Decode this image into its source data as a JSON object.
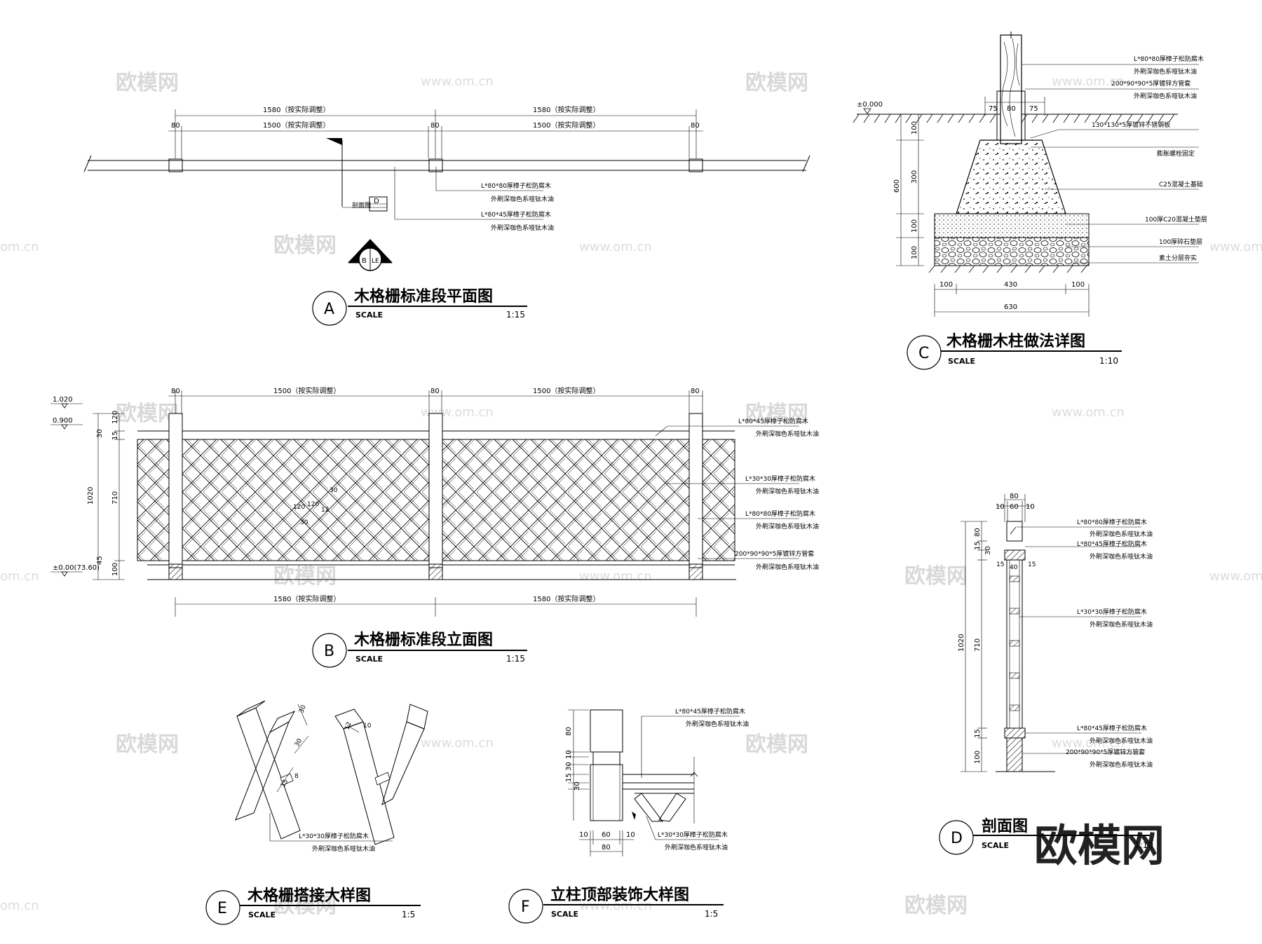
{
  "watermark": {
    "brand": "欧模网",
    "site": "www.om.cn",
    "corner_brand": "欧模网",
    "edge_site": "om.cn"
  },
  "drawing_a": {
    "letter": "A",
    "title": "木格栅标准段平面图",
    "scale_label": "SCALE",
    "scale": "1:15",
    "dim_overall_1": "1580（按实际调整）",
    "dim_overall_2": "1580（按实际调整）",
    "dim_post_1": "80",
    "dim_span_1": "1500（按实际调整）",
    "dim_post_2": "80",
    "dim_span_2": "1500（按实际调整）",
    "dim_post_3": "80",
    "note_1": "L*80*80厚樟子松防腐木",
    "note_1b": "外刷深咖色系哑钛木油",
    "note_2": "L*80*45厚樟子松防腐木",
    "note_2b": "外刷深咖色系哑钛木油",
    "section_label": "剖面图",
    "section_ref": "D",
    "section_mark_top": "B",
    "section_mark_bottom": "LE"
  },
  "drawing_b": {
    "letter": "B",
    "title": "木格栅标准段立面图",
    "scale_label": "SCALE",
    "scale": "1:15",
    "dim_post_1": "80",
    "dim_span_1": "1500（按实际调整）",
    "dim_post_2": "80",
    "dim_span_2": "1500（按实际调整）",
    "dim_post_3": "80",
    "dim_bottom_1": "1580（按实际调整）",
    "dim_bottom_2": "1580（按实际调整）",
    "elev_top": "1.020",
    "elev_rail": "0.900",
    "elev_ground": "±0.00(73.60)",
    "dim_v_total": "1020",
    "dim_v_120": "120",
    "dim_v_30": "30",
    "dim_v_15": "15",
    "dim_v_710": "710",
    "dim_v_45": "45",
    "dim_v_100": "100",
    "lattice_1": "120",
    "lattice_2": "120",
    "lattice_3": "30",
    "lattice_4": "30",
    "lattice_5": "12",
    "note_1": "L*80*45厚樟子松防腐木",
    "note_1b": "外刷深咖色系哑钛木油",
    "note_2": "L*30*30厚樟子松防腐木",
    "note_2b": "外刷深咖色系哑钛木油",
    "note_3": "L*80*80厚樟子松防腐木",
    "note_3b": "外刷深咖色系哑钛木油",
    "note_4": "200*90*90*5厚镀锌方管套",
    "note_4b": "外刷深咖色系哑钛木油"
  },
  "drawing_c": {
    "letter": "C",
    "title": "木格栅木柱做法详图",
    "scale_label": "SCALE",
    "scale": "1:10",
    "elev": "±0.000",
    "note_1": "L*80*80厚樟子松防腐木",
    "note_1b": "外刷深咖色系哑钛木油",
    "note_2": "200*90*90*5厚镀锌方管套",
    "note_2b": "外刷深咖色系哑钛木油",
    "note_3": "130*130*5厚镀锌不锈钢板",
    "note_4": "膨胀螺栓固定",
    "note_5": "C25混凝土基础",
    "note_6": "100厚C20混凝土垫层",
    "note_7": "100厚碎石垫层",
    "note_8": "素土分层夯实",
    "dim_75a": "75",
    "dim_80": "80",
    "dim_75b": "75",
    "dim_600": "600",
    "dim_100a": "100",
    "dim_300": "300",
    "dim_100b": "100",
    "dim_100c": "100",
    "dim_w_100a": "100",
    "dim_w_430": "430",
    "dim_w_100b": "100",
    "dim_w_630": "630"
  },
  "drawing_d": {
    "letter": "D",
    "title": "剖面图",
    "scale_label": "SCALE",
    "scale": "1:10",
    "dim_80": "80",
    "dim_10a": "10",
    "dim_60": "60",
    "dim_10b": "10",
    "dim_1020": "1020",
    "dim_top80": "80",
    "dim_15a": "15",
    "dim_30": "30",
    "dim_710": "710",
    "dim_15b": "15",
    "dim_100": "100",
    "dim_side_15a": "15",
    "dim_side_40": "40",
    "dim_side_15b": "15",
    "note_1": "L*80*80厚樟子松防腐木",
    "note_1b": "外刷深咖色系哑钛木油",
    "note_2": "L*80*45厚樟子松防腐木",
    "note_2b": "外刷深咖色系哑钛木油",
    "note_3": "L*30*30厚樟子松防腐木",
    "note_3b": "外刷深咖色系哑钛木油",
    "note_4": "L*80*45厚樟子松防腐木",
    "note_4b": "外刷深咖色系哑钛木油",
    "note_5": "200*90*90*5厚镀锌方管套",
    "note_5b": "外刷深咖色系哑钛木油"
  },
  "drawing_e": {
    "letter": "E",
    "title": "木格栅搭接大样图",
    "scale_label": "SCALE",
    "scale": "1:5",
    "dim_30a": "30",
    "dim_30b": "30",
    "dim_15": "15",
    "dim_8": "8",
    "dim_12": "12",
    "dim_10": "10",
    "note_1": "L*30*30厚樟子松防腐木",
    "note_1b": "外刷深咖色系哑钛木油"
  },
  "drawing_f": {
    "letter": "F",
    "title": "立柱顶部装饰大样图",
    "scale_label": "SCALE",
    "scale": "1:5",
    "dim_80": "80",
    "dim_10a": "10",
    "dim_30a": "30",
    "dim_15": "15",
    "dim_30b": "30",
    "dim_10b": "10",
    "dim_60": "60",
    "dim_10c": "10",
    "dim_80b": "80",
    "note_1": "L*80*45厚樟子松防腐木",
    "note_1b": "外刷深咖色系哑钛木油",
    "note_2": "L*30*30厚樟子松防腐木",
    "note_2b": "外刷深咖色系哑钛木油"
  }
}
